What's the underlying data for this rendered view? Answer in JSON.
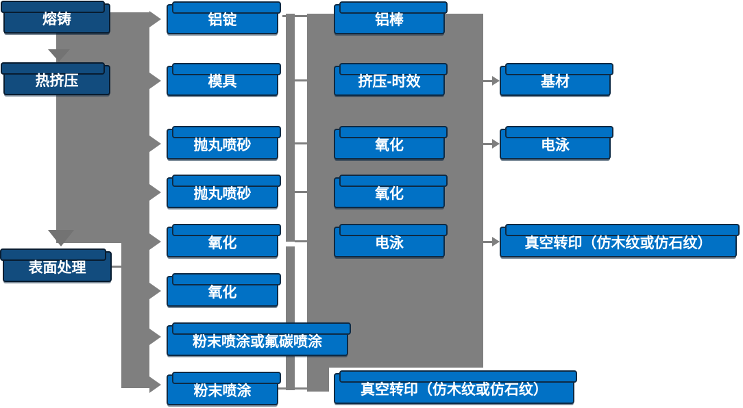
{
  "diagram": {
    "description": "Aluminium profile production process flow diagram",
    "palette": {
      "node_fill": "#0171C5",
      "node_dark_fill": "#124C7E",
      "node_border": "#0E2A44",
      "connector_gray": "#7F7F7F",
      "text": "#FFFFFF"
    }
  },
  "nodes": {
    "melt_cast": {
      "label": "熔铸"
    },
    "hot_extrusion": {
      "label": "热挤压"
    },
    "surface_treatment": {
      "label": "表面处理"
    },
    "al_ingot": {
      "label": "铝锭"
    },
    "mold": {
      "label": "模具"
    },
    "shot_blast_1": {
      "label": "抛丸喷砂"
    },
    "shot_blast_2": {
      "label": "抛丸喷砂"
    },
    "oxidation_1": {
      "label": "氧化"
    },
    "oxidation_2": {
      "label": "氧化"
    },
    "powder_or_fluorocarbon": {
      "label": "粉末喷涂或氟碳喷涂"
    },
    "powder_coating": {
      "label": "粉末喷涂"
    },
    "al_rod": {
      "label": "铝棒"
    },
    "extrusion_aging": {
      "label": "挤压-时效"
    },
    "oxidation_3": {
      "label": "氧化"
    },
    "oxidation_4": {
      "label": "氧化"
    },
    "electrophoresis_1": {
      "label": "电泳"
    },
    "vacuum_transfer_bottom": {
      "label": "真空转印（仿木纹或仿石纹）"
    },
    "substrate": {
      "label": "基材"
    },
    "electrophoresis_2": {
      "label": "电泳"
    },
    "vacuum_transfer_right": {
      "label": "真空转印（仿木纹或仿石纹）"
    }
  },
  "edges": [
    {
      "from": "melt_cast",
      "to": "hot_extrusion"
    },
    {
      "from": "hot_extrusion",
      "to": "surface_treatment"
    },
    {
      "from": "melt_cast",
      "to": "al_ingot"
    },
    {
      "from": "hot_extrusion",
      "to": "mold"
    },
    {
      "from": "hot_extrusion",
      "to": "shot_blast_1"
    },
    {
      "from": "hot_extrusion",
      "to": "shot_blast_2"
    },
    {
      "from": "hot_extrusion",
      "to": "oxidation_1"
    },
    {
      "from": "surface_treatment",
      "to": "oxidation_2"
    },
    {
      "from": "surface_treatment",
      "to": "powder_or_fluorocarbon"
    },
    {
      "from": "surface_treatment",
      "to": "powder_coating"
    },
    {
      "from": "al_ingot",
      "to": "al_rod"
    },
    {
      "from": "mold",
      "to": "extrusion_aging"
    },
    {
      "from": "shot_blast_1",
      "to": "oxidation_3"
    },
    {
      "from": "shot_blast_2",
      "to": "oxidation_4"
    },
    {
      "from": "oxidation_1",
      "to": "electrophoresis_1"
    },
    {
      "from": "powder_coating",
      "to": "vacuum_transfer_bottom"
    },
    {
      "from": "extrusion_aging",
      "to": "substrate"
    },
    {
      "from": "oxidation_3",
      "to": "electrophoresis_2"
    },
    {
      "from": "electrophoresis_1",
      "to": "vacuum_transfer_right"
    }
  ]
}
